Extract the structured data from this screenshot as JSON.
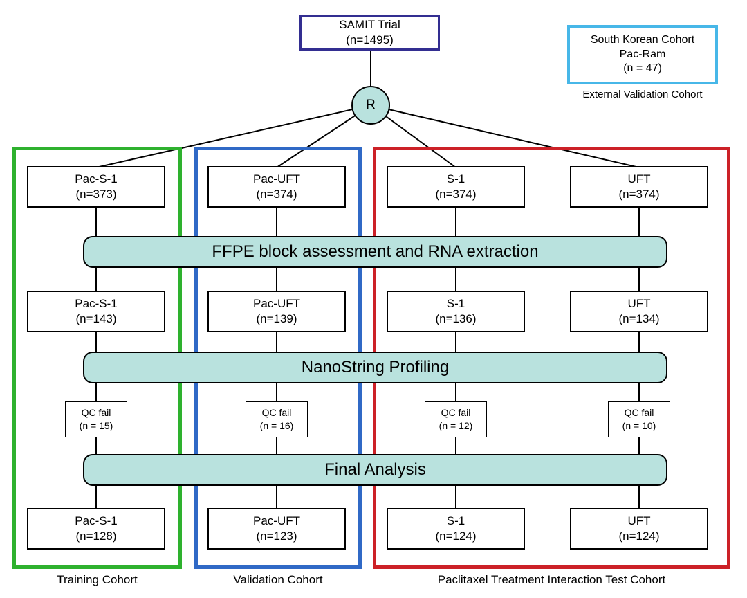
{
  "header": {
    "trial_box": {
      "line1": "SAMIT Trial",
      "line2": "(n=1495)"
    },
    "external_box": {
      "line1": "South Korean Cohort",
      "line2": "Pac-Ram",
      "line3": "(n = 47)",
      "caption": "External Validation Cohort"
    },
    "randomization_label": "R"
  },
  "process_bars": {
    "ffpe": "FFPE block assessment and RNA extraction",
    "nanostring": "NanoString Profiling",
    "final": "Final Analysis"
  },
  "columns": [
    {
      "arm": "Pac-S-1",
      "n_randomized": "(n=373)",
      "n_profiled": "(n=143)",
      "qc_fail_label": "QC fail",
      "qc_fail_n": "(n = 15)",
      "n_final": "(n=128)"
    },
    {
      "arm": "Pac-UFT",
      "n_randomized": "(n=374)",
      "n_profiled": "(n=139)",
      "qc_fail_label": "QC fail",
      "qc_fail_n": "(n = 16)",
      "n_final": "(n=123)"
    },
    {
      "arm": "S-1",
      "n_randomized": "(n=374)",
      "n_profiled": "(n=136)",
      "qc_fail_label": "QC fail",
      "qc_fail_n": "(n = 12)",
      "n_final": "(n=124)"
    },
    {
      "arm": "UFT",
      "n_randomized": "(n=374)",
      "n_profiled": "(n=134)",
      "qc_fail_label": "QC fail",
      "qc_fail_n": "(n = 10)",
      "n_final": "(n=124)"
    }
  ],
  "cohorts": [
    {
      "label": "Training Cohort",
      "color": "#2eb12e"
    },
    {
      "label": "Validation Cohort",
      "color": "#3069c6"
    },
    {
      "label": "Paclitaxel Treatment Interaction Test Cohort",
      "color": "#cc2127"
    }
  ],
  "colors": {
    "teal_fill": "#b9e2de",
    "trial_border": "#332e91",
    "external_border": "#47b7e8",
    "line": "#000000"
  }
}
